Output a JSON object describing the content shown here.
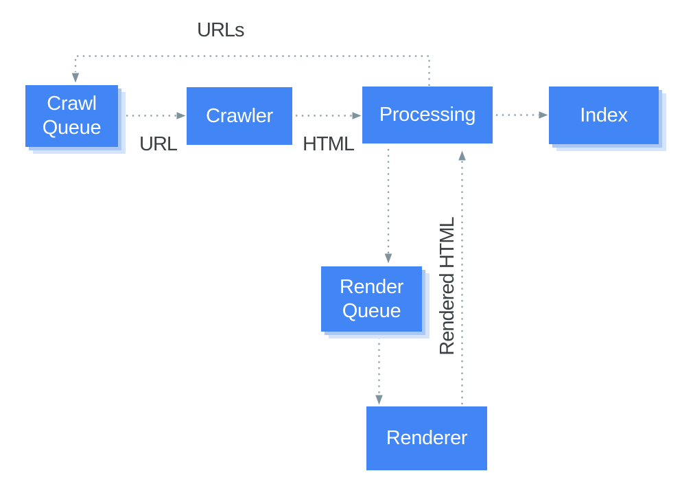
{
  "nodes": {
    "crawl_queue": {
      "label": "Crawl Queue"
    },
    "crawler": {
      "label": "Crawler"
    },
    "processing": {
      "label": "Processing"
    },
    "index": {
      "label": "Index"
    },
    "render_queue": {
      "label": "Render Queue"
    },
    "renderer": {
      "label": "Renderer"
    }
  },
  "edge_labels": {
    "urls": "URLs",
    "url": "URL",
    "html": "HTML",
    "rendered_html": "Rendered HTML"
  },
  "edges": [
    {
      "name": "crawl-queue-to-crawler",
      "label": "URL"
    },
    {
      "name": "crawler-to-processing",
      "label": "HTML"
    },
    {
      "name": "processing-to-index",
      "label": ""
    },
    {
      "name": "processing-to-crawl-queue-loop",
      "label": "URLs"
    },
    {
      "name": "processing-to-render-queue",
      "label": ""
    },
    {
      "name": "render-queue-to-renderer",
      "label": ""
    },
    {
      "name": "renderer-to-processing",
      "label": "Rendered HTML"
    }
  ],
  "colors": {
    "background": "#ffffff",
    "node_fill": "#4285f4",
    "node_text": "#ffffff",
    "shadow_inner": "#abc8f4",
    "shadow_outer": "#d6e4fb",
    "edge": "#93a3ae",
    "arrowhead": "#7f929e",
    "label_text": "#3c4043"
  }
}
